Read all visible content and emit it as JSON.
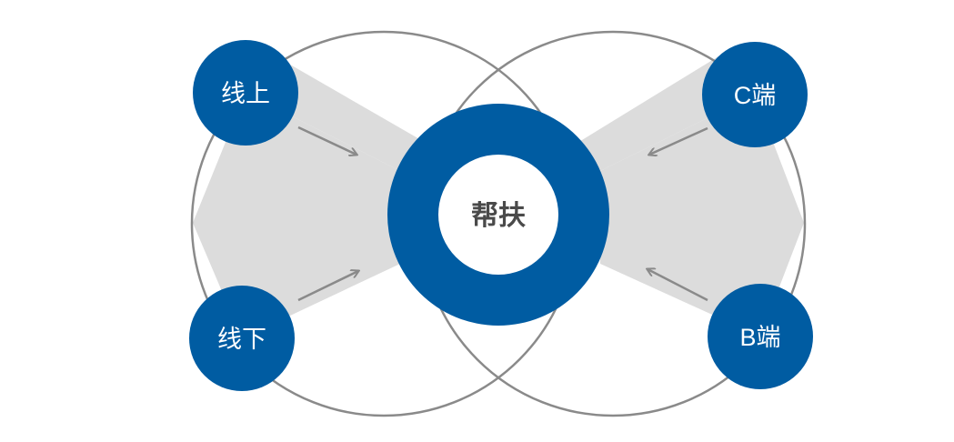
{
  "diagram": {
    "center": {
      "label": "帮扶"
    },
    "nodes": [
      {
        "id": "online",
        "label": "线上"
      },
      {
        "id": "offline",
        "label": "线下"
      },
      {
        "id": "c-end",
        "label": "C端"
      },
      {
        "id": "b-end",
        "label": "B端"
      }
    ]
  },
  "colors": {
    "node_blue": "#005ca2",
    "wedge_gray": "#dcdcdc",
    "outline_gray": "#8a8a8a",
    "arrow_gray": "#8a8a8a",
    "center_text": "#4a4a4a",
    "white": "#ffffff"
  }
}
